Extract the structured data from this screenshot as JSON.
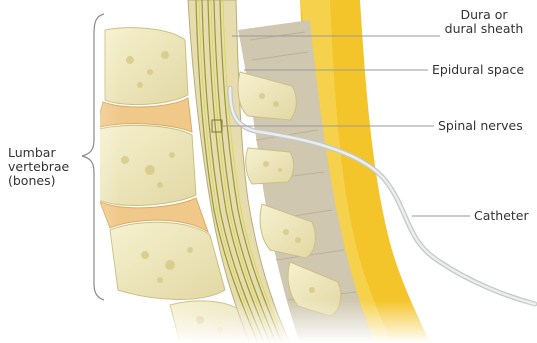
{
  "labels": {
    "dura": {
      "line1": "Dura or",
      "line2": "dural sheath"
    },
    "epidural": "Epidural space",
    "spinal_nerves": "Spinal nerves",
    "catheter": "Catheter",
    "lumbar": {
      "line1": "Lumbar",
      "line2": "vertebrae",
      "line3": "(bones)"
    }
  },
  "colors": {
    "bone": "#f2ecc4",
    "bone_shadow": "#d9cf98",
    "disc": "#f0c98a",
    "epidural": "#f4c52a",
    "spinal_cord": "#d8c47a",
    "nerve": "#8c8c3c",
    "catheter": "#d9dcdc",
    "leader": "#9a9a9a"
  },
  "icons": {
    "bracket": "curly-bracket"
  }
}
